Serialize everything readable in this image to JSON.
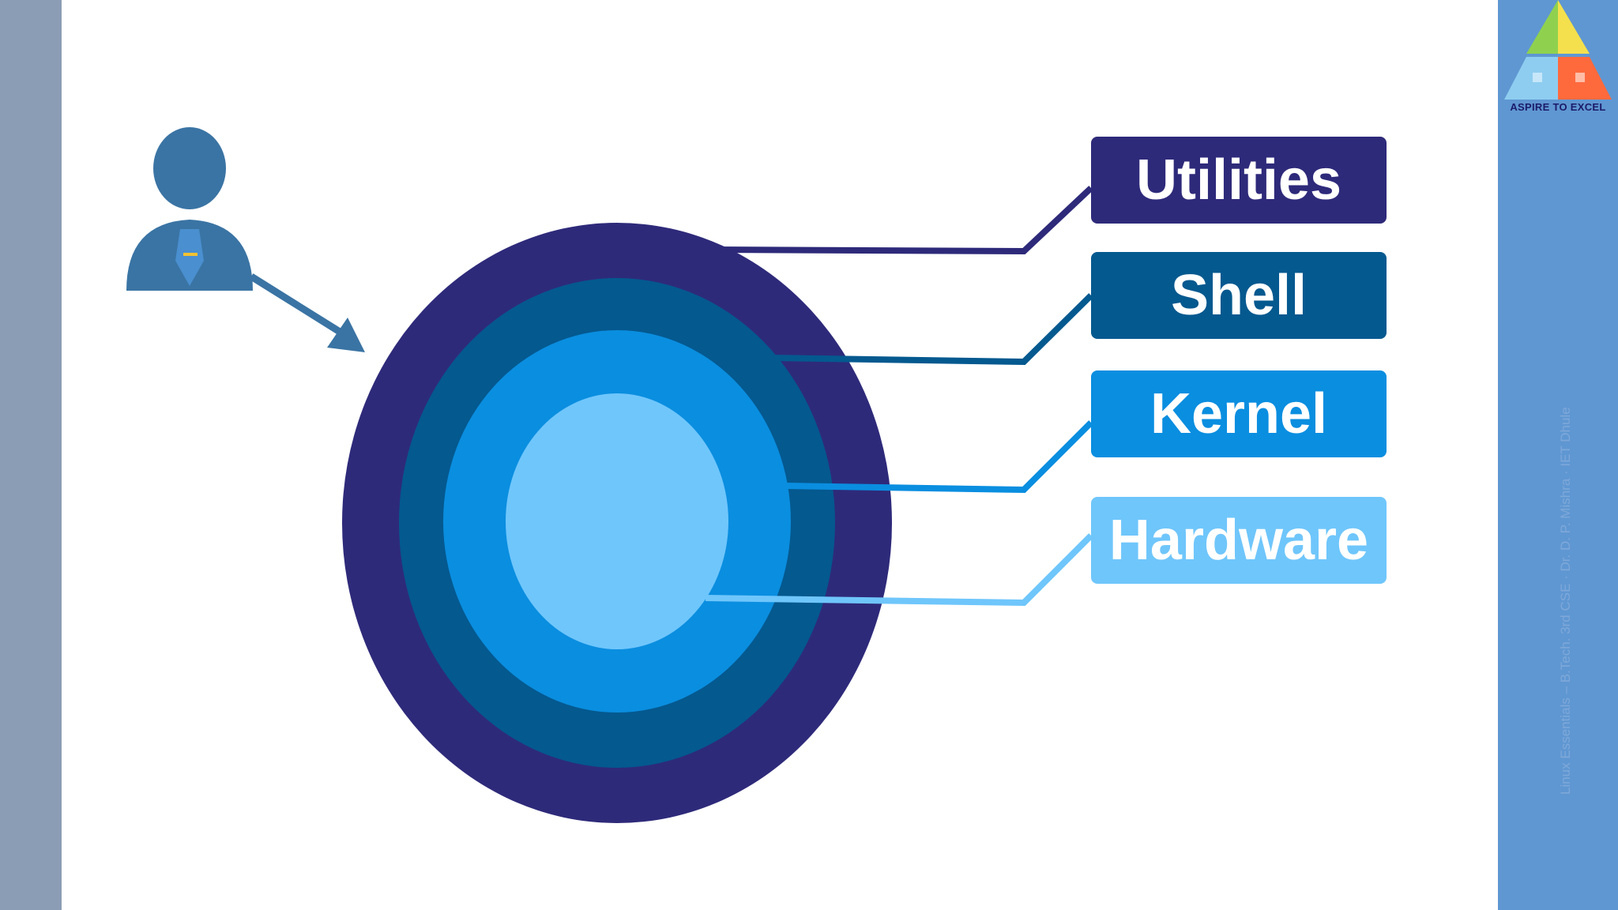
{
  "logo": {
    "text": "ASPIRE TO EXCEL",
    "colors": [
      "#8fd14f",
      "#f4e04d",
      "#8ecdf0",
      "#ff6a3d"
    ]
  },
  "diagram": {
    "layers": [
      {
        "label": "Utilities",
        "color": "#2e2a7a"
      },
      {
        "label": "Shell",
        "color": "#04598f"
      },
      {
        "label": "Kernel",
        "color": "#0a8ee0"
      },
      {
        "label": "Hardware",
        "color": "#6fc6fb"
      }
    ],
    "user_icon": "user-icon",
    "arrow_icon": "arrow-icon",
    "user_color": "#3a74a4"
  },
  "side_watermark": "Linux Essentials – B.Tech. 3rd CSE · Dr. D. P. Mishra · IET Dhule"
}
